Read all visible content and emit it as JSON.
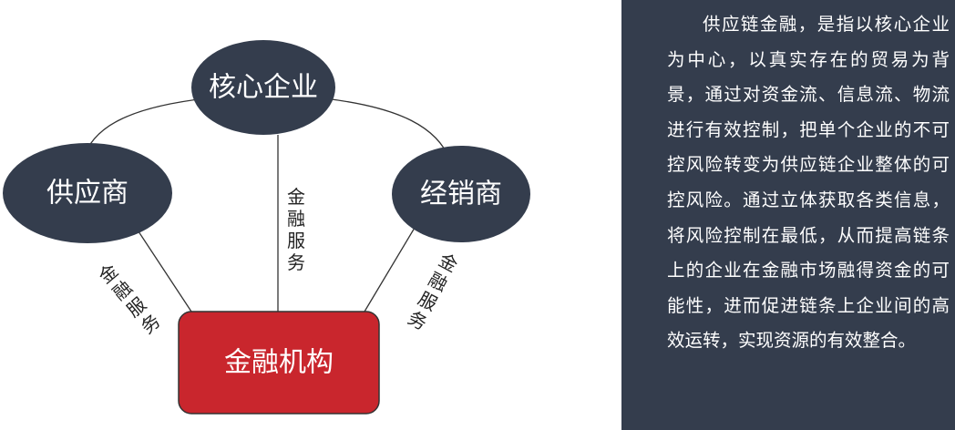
{
  "diagram": {
    "colors": {
      "node_fill": "#343d4d",
      "center_fill": "#c9262d",
      "center_border": "#333333",
      "line": "#333333"
    },
    "nodes": {
      "core": "核心企业",
      "supplier": "供应商",
      "distributor": "经销商",
      "finance": "金融机构"
    },
    "edges": {
      "left": "金融服务",
      "middle": "金融服务",
      "right": "金融服务"
    }
  },
  "panel": {
    "background": "#343d4d",
    "text": "供应链金融，是指以核心企业为中心，以真实存在的贸易为背景，通过对资金流、信息流、物流进行有效控制，把单个企业的不可控风险转变为供应链企业整体的可控风险。通过立体获取各类信息，将风险控制在最低，从而提高链条上的企业在金融市场融得资金的可能性，进而促进链条上企业间的高效运转，实现资源的有效整合。"
  }
}
